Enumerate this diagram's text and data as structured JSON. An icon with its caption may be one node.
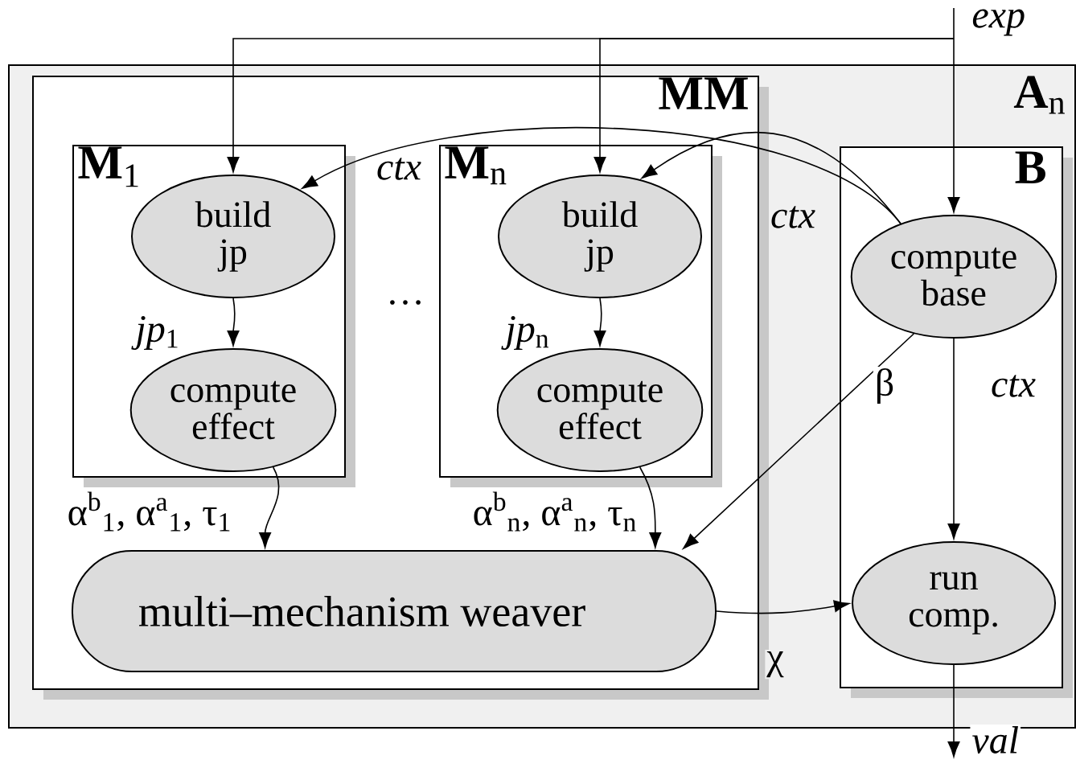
{
  "diagram": {
    "nodes": [
      {
        "text": [
          "**A**$_{n}$"
        ]
      },
      {
        "text": [
          "MM"
        ],
        "in": 0
      },
      {
        "text": [
          "**M**$_{1}$"
        ],
        "in": 1
      },
      {
        "text": [
          "build jp"
        ],
        "in": 2
      },
      {
        "text": [
          "compute effect"
        ],
        "in": 2
      },
      {
        "text": [
          "**M**$_{n}$"
        ],
        "in": 1
      },
      {
        "text": [
          "build jp"
        ],
        "in": 5
      },
      {
        "text": [
          "compute effect"
        ],
        "in": 5
      },
      {
        "text": [
          "multi–mechanism weaver"
        ],
        "in": 1
      },
      {
        "text": [
          "B"
        ],
        "in": 0
      },
      {
        "text": [
          "compute base"
        ],
        "in": 9
      },
      {
        "text": [
          "run comp."
        ],
        "in": 9
      }
    ],
    "edges": [
      {
        "from": null,
        "to": 10,
        "arrow": "to",
        "label": "*exp*"
      },
      {
        "from": null,
        "to": 3,
        "arrow": "to"
      },
      {
        "from": null,
        "to": 6,
        "arrow": "to"
      },
      {
        "from": 10,
        "to": 3,
        "arrow": "to",
        "label": "*ctx*"
      },
      {
        "from": 10,
        "to": 6,
        "arrow": "to",
        "label": "*ctx*"
      },
      {
        "from": 3,
        "to": 4,
        "arrow": "to",
        "label": "*jp*$_{1}$"
      },
      {
        "from": 6,
        "to": 7,
        "arrow": "to",
        "label": "*jp*$_{n}$"
      },
      {
        "from": 4,
        "to": 8,
        "arrow": "to",
        "label": "α$^{b}$$_{1}$, α$^{a}$$_{1}$, τ$_{1}$"
      },
      {
        "from": 7,
        "to": 8,
        "arrow": "to",
        "label": "α$^{b}$$_{n}$, α$^{a}$$_{n}$, τ$_{n}$"
      },
      {
        "from": 10,
        "to": 8,
        "arrow": "to",
        "label": "β"
      },
      {
        "from": 10,
        "to": 11,
        "arrow": "to",
        "label": "*ctx*"
      },
      {
        "from": 8,
        "to": 11,
        "arrow": "to",
        "label": "χ"
      },
      {
        "from": 11,
        "to": null,
        "arrow": "to",
        "label": "*val*"
      }
    ],
    "labels": [
      "…"
    ]
  }
}
